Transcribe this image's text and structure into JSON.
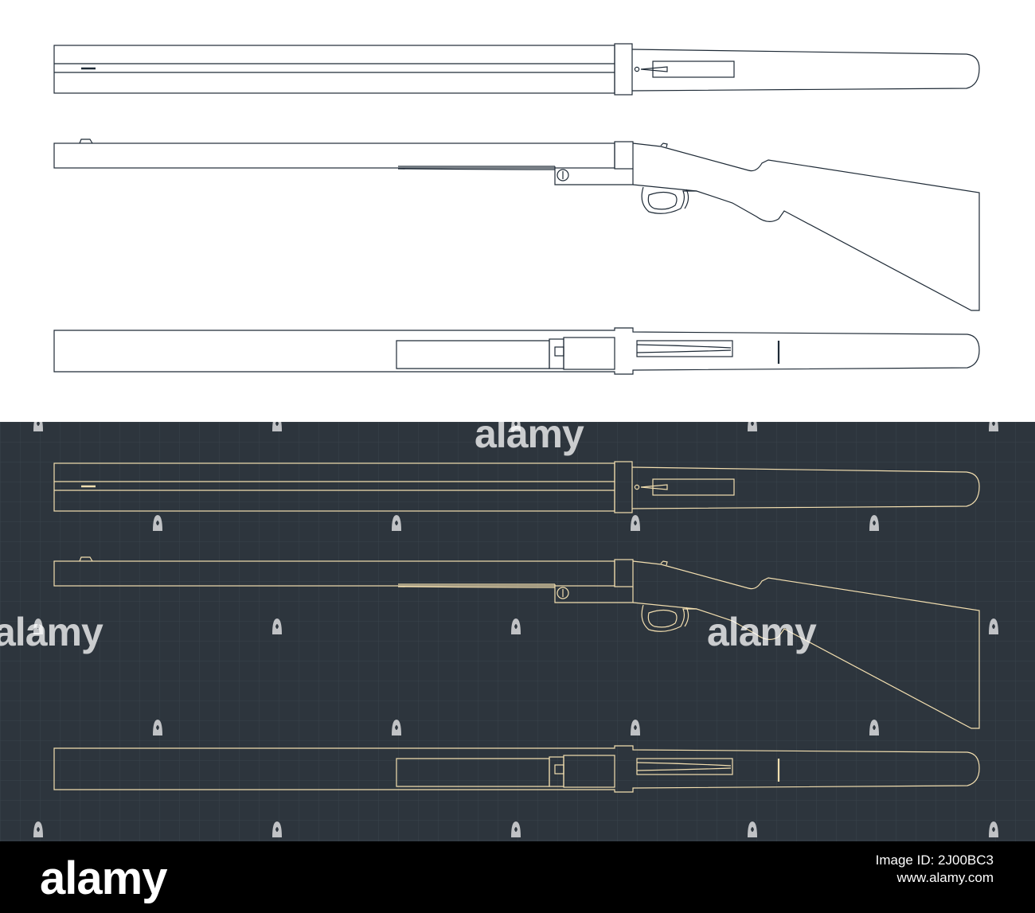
{
  "colors": {
    "light_background": "#ffffff",
    "light_stroke": "#1e2a36",
    "dark_background": "#2d353d",
    "dark_stroke": "#f3dfb0",
    "grid": "#3a444d",
    "footer_background": "#000000",
    "footer_text": "#ffffff"
  },
  "watermark": {
    "text": "alamy"
  },
  "footer": {
    "logo": "alamy",
    "image_id_label": "Image ID: 2J00BC3",
    "url": "www.alamy.com"
  },
  "drawing": {
    "views": [
      "top-view",
      "side-view",
      "bottom-view"
    ]
  }
}
